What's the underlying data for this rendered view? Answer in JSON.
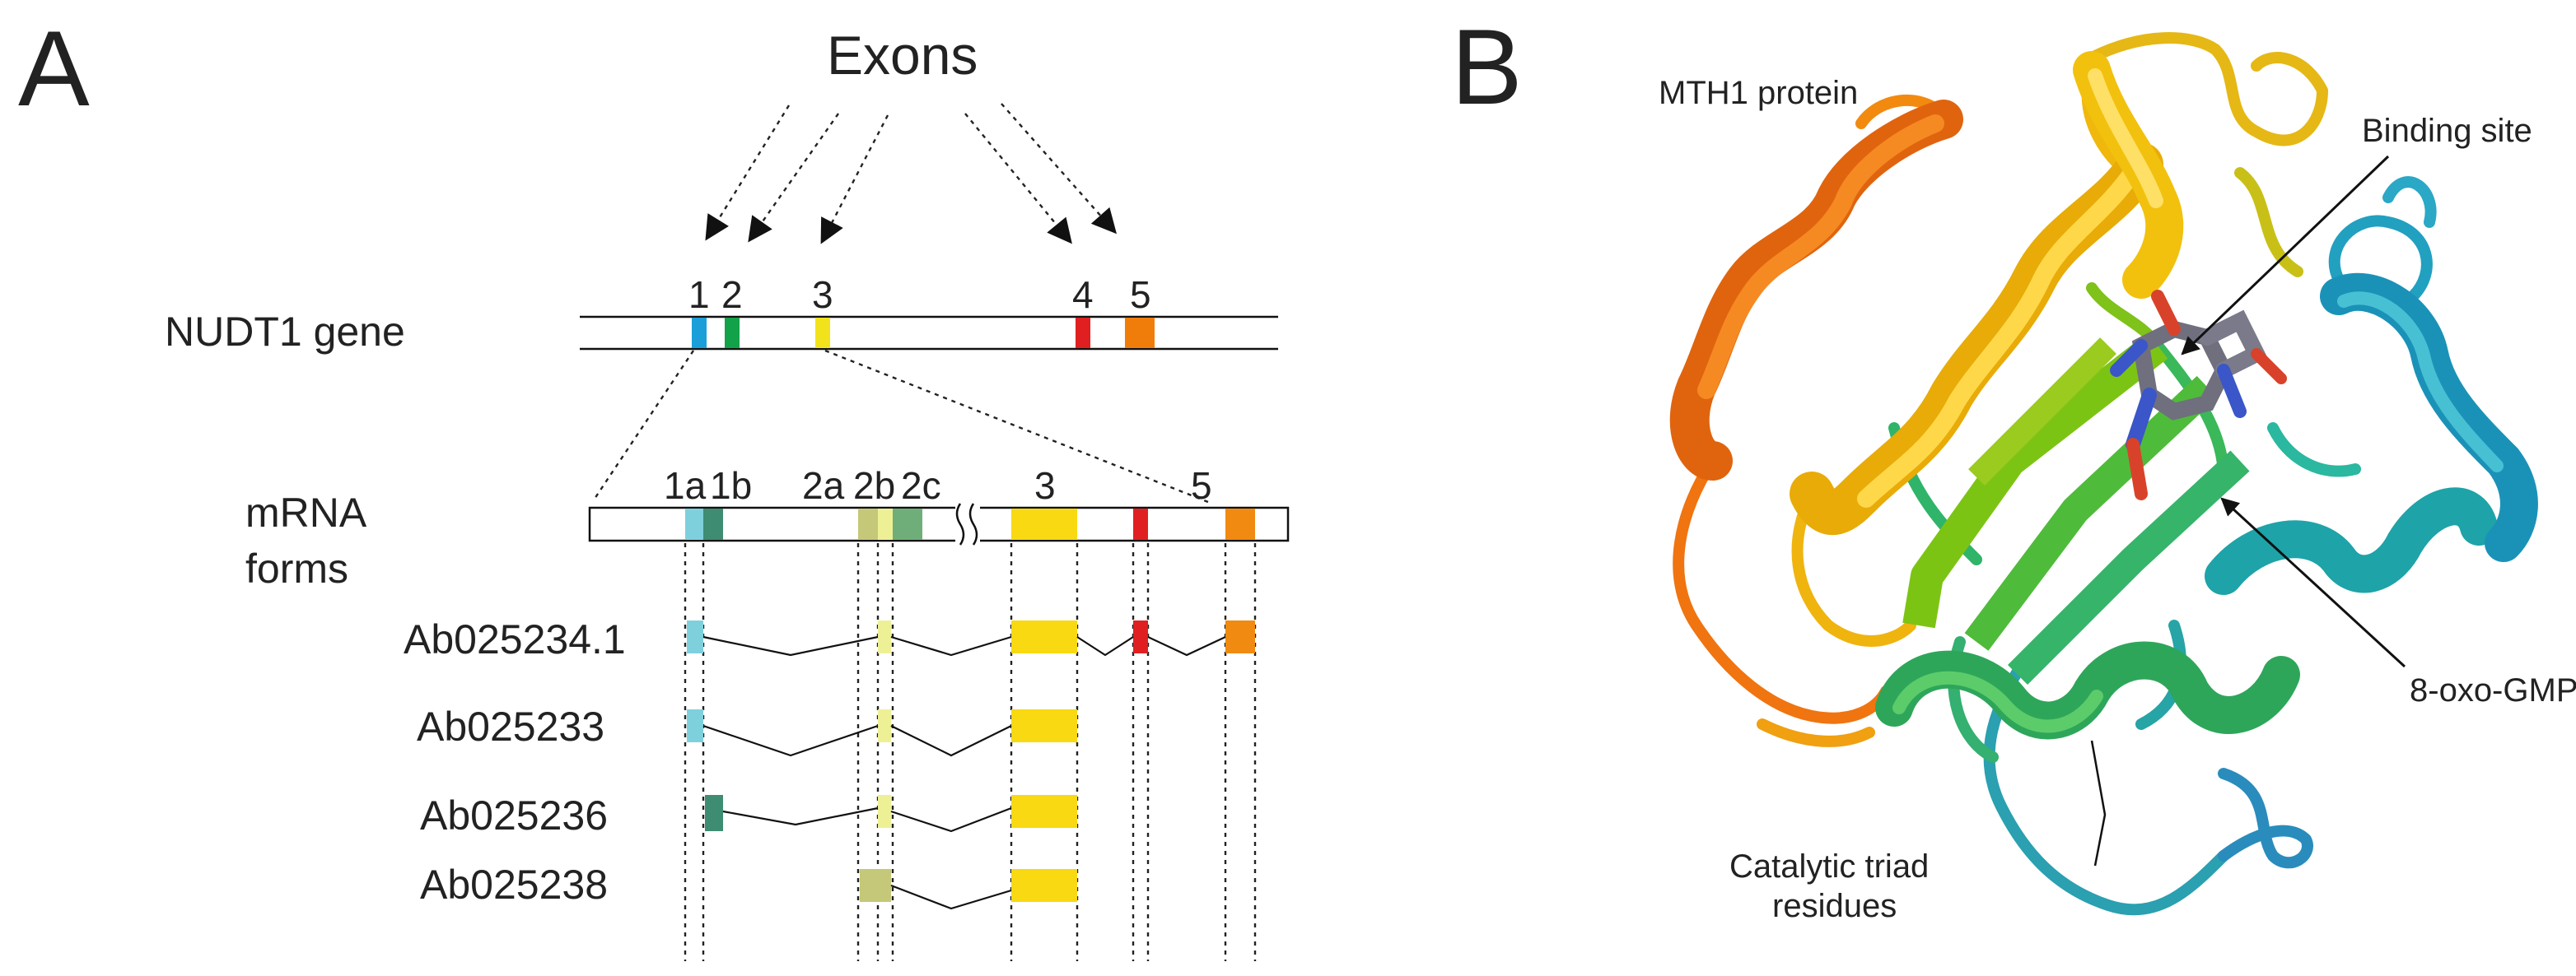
{
  "panelA": {
    "letter": "A",
    "exons_title": "Exons",
    "gene_label": "NUDT1 gene",
    "gene_exons": [
      {
        "label": "1",
        "color": "#1a9fd9"
      },
      {
        "label": "2",
        "color": "#12a24a"
      },
      {
        "label": "3",
        "color": "#f2e21b"
      },
      {
        "label": "4",
        "color": "#e02020"
      },
      {
        "label": "5",
        "color": "#f07d0a"
      }
    ],
    "mrna_label_1": "mRNA",
    "mrna_label_2": "forms",
    "mrna_exons": [
      {
        "label": "1a",
        "color": "#7fd0dd"
      },
      {
        "label": "1b",
        "color": "#3e8c72"
      },
      {
        "label": "2a",
        "color": "#c4c878"
      },
      {
        "label": "2b",
        "color": "#eef096"
      },
      {
        "label": "2c",
        "color": "#6fae78"
      },
      {
        "label": "3",
        "color": "#f8d912"
      },
      {
        "label": "5",
        "color": "#f08a10"
      }
    ],
    "exon4_color": "#e02020",
    "transcripts": [
      "Ab025234.1",
      "Ab025233",
      "Ab025236",
      "Ab025238"
    ]
  },
  "panelB": {
    "letter": "B",
    "protein_label": "MTH1 protein",
    "binding_site": "Binding site",
    "ligand": "8-oxo-GMP",
    "triad_1": "Catalytic triad",
    "triad_2": "residues"
  }
}
